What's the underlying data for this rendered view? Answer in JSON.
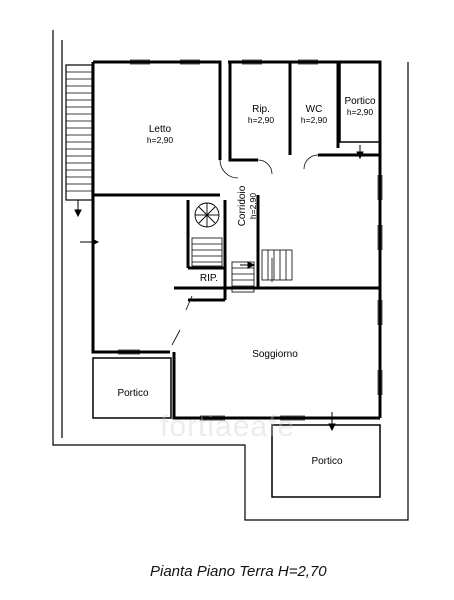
{
  "rooms": {
    "letto": {
      "name": "Letto",
      "height": "h=2,90"
    },
    "rip_top": {
      "name": "Rip.",
      "height": "h=2,90"
    },
    "wc": {
      "name": "WC",
      "height": "h=2,90"
    },
    "portico_top": {
      "name": "Portico",
      "height": "h=2,90"
    },
    "corridoio": {
      "name": "Corridoio",
      "height": "h=2,90"
    },
    "rip_small": {
      "name": "RIP."
    },
    "soggiorno": {
      "name": "Soggiorno"
    },
    "portico_left": {
      "name": "Portico"
    },
    "portico_bottom": {
      "name": "Portico"
    }
  },
  "watermark": "fortiaeafe",
  "caption": "Pianta Piano Terra H=2,70",
  "colors": {
    "walls": "#000000",
    "background": "#ffffff",
    "window": "#555555"
  }
}
